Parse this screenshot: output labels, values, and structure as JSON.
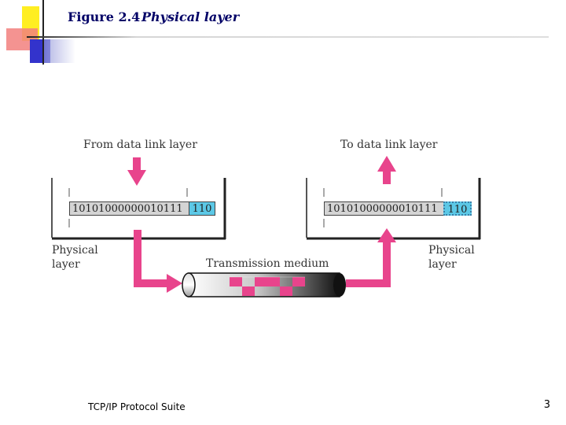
{
  "figure": {
    "number": "Figure 2.4",
    "title": "Physical layer"
  },
  "sender": {
    "top_label": "From data link layer",
    "bits": "10101000000010111",
    "trailer": "110",
    "side_label_line1": "Physical",
    "side_label_line2": "layer"
  },
  "receiver": {
    "top_label": "To data link layer",
    "bits": "10101000000010111",
    "trailer": "110",
    "side_label_line1": "Physical",
    "side_label_line2": "layer"
  },
  "medium": {
    "label": "Transmission medium"
  },
  "footer": {
    "left": "TCP/IP Protocol Suite",
    "page_number": "3"
  },
  "colors": {
    "title": "#000066",
    "arrow": "#e8448c",
    "trailer": "#5cc8e6",
    "bits_box": "#d4d4d4",
    "signal": "#e8448c"
  }
}
